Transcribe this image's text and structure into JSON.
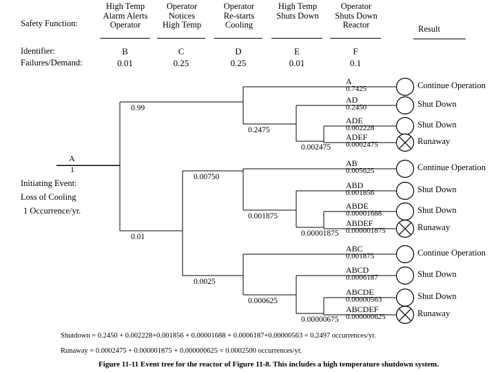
{
  "header": {
    "safety_function_label": "Safety Function:",
    "identifier_label": "Identifier:",
    "failures_label": "Failures/Demand:",
    "result_label": "Result",
    "columns": [
      {
        "title": "High Temp\nAlarm Alerts\nOperator",
        "identifier": "B",
        "failures_per_demand": "0.01"
      },
      {
        "title": "Operator\nNotices\nHigh Temp",
        "identifier": "C",
        "failures_per_demand": "0.25"
      },
      {
        "title": "Operator\nRe-starts\nCooling",
        "identifier": "D",
        "failures_per_demand": "0.25"
      },
      {
        "title": "High Temp\nShuts Down",
        "identifier": "E",
        "failures_per_demand": "0.01"
      },
      {
        "title": "Operator\nShuts Down\nReactor",
        "identifier": "F",
        "failures_per_demand": "0.1"
      }
    ]
  },
  "initiating_event": {
    "code": "A",
    "frequency": "1",
    "line1": "Initiating Event:",
    "line2": "Loss of Cooling",
    "line3": "1 Occurrence/yr."
  },
  "branch_probabilities": {
    "b_success": "0.99",
    "b_failure": "0.01",
    "c_success_top": "0.00750",
    "c_failure": "0.0025",
    "d_top": "0.2475",
    "d_mid": "0.001875",
    "d_bot": "0.000625",
    "e_top": "0.002475",
    "e_mid": "0.00001875",
    "e_bot": "0.00000675"
  },
  "outcomes": [
    {
      "code": "A",
      "value": "0.7425",
      "result": "Continue Operation",
      "marker": "circle"
    },
    {
      "code": "AD",
      "value": "0.2450",
      "result": "Shut Down",
      "marker": "circle"
    },
    {
      "code": "ADE",
      "value": "0.002228",
      "result": "Shut Down",
      "marker": "circle"
    },
    {
      "code": "ADEF",
      "value": "0.0002475",
      "result": "Runaway",
      "marker": "x-circle"
    },
    {
      "code": "AB",
      "value": "0.005625",
      "result": "Continue Operation",
      "marker": "circle"
    },
    {
      "code": "ABD",
      "value": "0.001856",
      "result": "Shut Down",
      "marker": "circle"
    },
    {
      "code": "ABDE",
      "value": "0.00001688",
      "result": "Shut Down",
      "marker": "circle"
    },
    {
      "code": "ABDEF",
      "value": "0.000001875",
      "result": "Runaway",
      "marker": "x-circle"
    },
    {
      "code": "ABC",
      "value": "0.001875",
      "result": "Continue Operation",
      "marker": "circle"
    },
    {
      "code": "ABCD",
      "value": "0.0006187",
      "result": "Shut Down",
      "marker": "circle"
    },
    {
      "code": "ABCDE",
      "value": "0.00000563",
      "result": "Shut Down",
      "marker": "circle"
    },
    {
      "code": "ABCDEF",
      "value": "0.000000625",
      "result": "Runaway",
      "marker": "x-circle"
    }
  ],
  "summary": {
    "shutdown": "Shutdown = 0.2450 + 0.002228+0.001856 + 0.00001688 + 0.0006187+0.00000563 = 0.2497 occurrences/yr.",
    "runaway": "Runaway = 0.0002475 + 0.000001875 + 0.000000625 = 0.0002500 occurrences/yr."
  },
  "caption": "Figure 11-11 Event tree for the reactor of Figure 11-8. This includes a high temperature shutdown system.",
  "colors": {
    "line": "#000000",
    "background": "#ffffff",
    "text": "#000000"
  }
}
